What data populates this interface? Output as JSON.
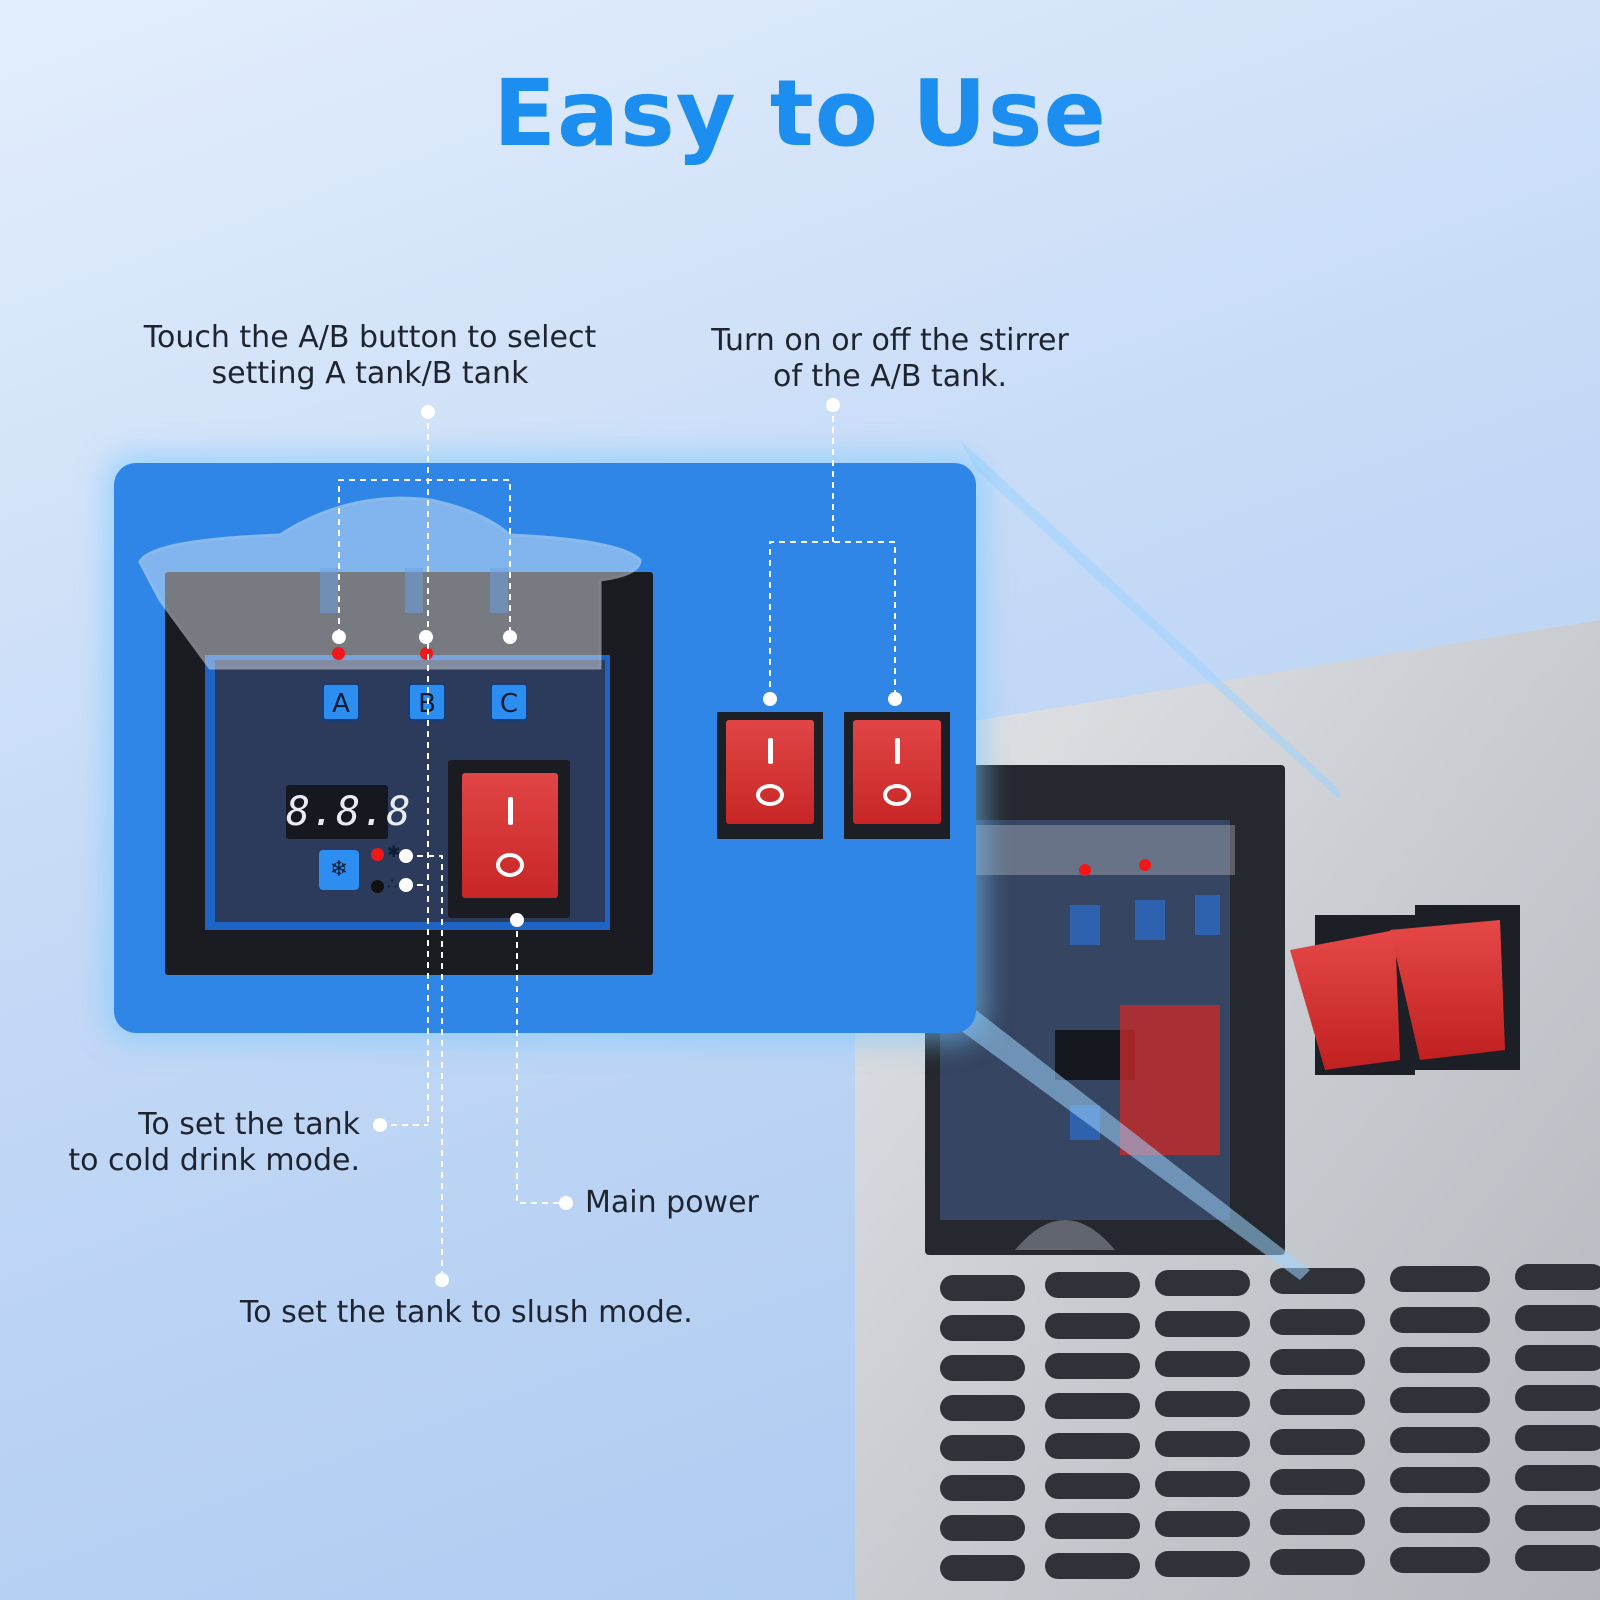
{
  "title": "Easy to Use",
  "callouts": {
    "ab_select": {
      "line1": "Touch the A/B button to select",
      "line2": "setting A tank/B tank"
    },
    "stirrer": {
      "line1": "Turn on or off the stirrer",
      "line2": "of the A/B tank."
    },
    "cold_drink": {
      "line1": "To set the tank",
      "line2": "to cold drink mode."
    },
    "main_power": {
      "line1": "Main power"
    },
    "slush": {
      "line1": "To set the tank to slush mode."
    }
  },
  "panel": {
    "buttons": [
      "A",
      "B",
      "C"
    ],
    "display": "8.8.8",
    "mode_icons": {
      "cold": "snowflake-icon",
      "slush": "slush-icon"
    }
  },
  "switch_labels": {
    "on": "I",
    "off": "O"
  },
  "colors": {
    "title": "#1b8ef0",
    "panel_blue": "#2f86e6",
    "switch_red": "#d32f2f",
    "led_red": "#f01818",
    "callout_text": "#1e2430"
  }
}
